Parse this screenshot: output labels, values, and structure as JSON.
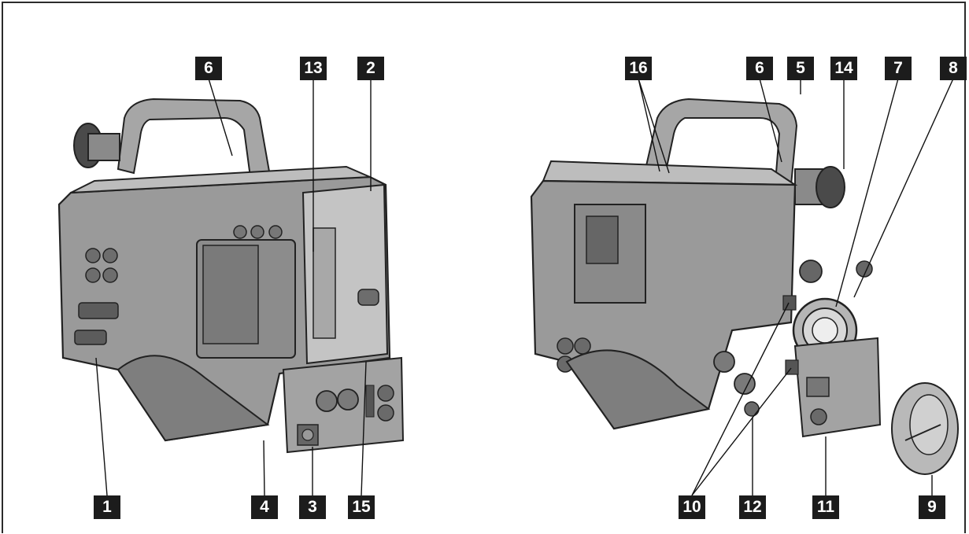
{
  "diagram": {
    "subject": "camera-recorder-parts",
    "views": [
      "front-left-view",
      "front-right-view"
    ],
    "callouts": {
      "c6a": "6",
      "c13": "13",
      "c2": "2",
      "c1": "1",
      "c4": "4",
      "c3": "3",
      "c15": "15",
      "c16": "16",
      "c6b": "6",
      "c5": "5",
      "c14": "14",
      "c7": "7",
      "c8": "8",
      "c10": "10",
      "c12": "12",
      "c11": "11",
      "c9": "9"
    },
    "colors": {
      "callout_bg": "#1c1c1c",
      "callout_text": "#ffffff",
      "line": "#111111",
      "body": "#9a9a9a",
      "body_dark": "#5c5c5c"
    }
  }
}
